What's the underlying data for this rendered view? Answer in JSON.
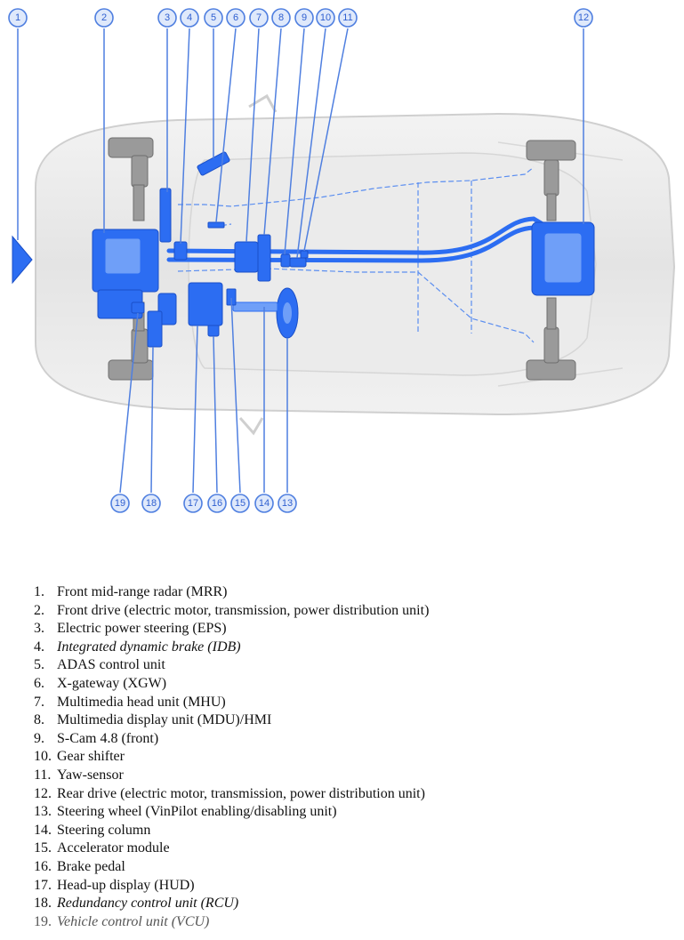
{
  "callouts": [
    "1",
    "2",
    "3",
    "4",
    "5",
    "6",
    "7",
    "8",
    "9",
    "10",
    "11",
    "12",
    "13",
    "14",
    "15",
    "16",
    "17",
    "18",
    "19"
  ],
  "legend": [
    {
      "num": "1.",
      "text": "Front mid-range radar (MRR)"
    },
    {
      "num": "2.",
      "text": "Front drive (electric motor, transmission, power distribution unit)"
    },
    {
      "num": "3.",
      "text": "Electric power steering (EPS)"
    },
    {
      "num": "4.",
      "text": "Integrated dynamic brake (IDB)",
      "italic": true
    },
    {
      "num": "5.",
      "text": "ADAS control unit"
    },
    {
      "num": "6.",
      "text": "X-gateway (XGW)"
    },
    {
      "num": "7.",
      "text": "Multimedia head unit (MHU)"
    },
    {
      "num": "8.",
      "text": "Multimedia display unit (MDU)/HMI"
    },
    {
      "num": "9.",
      "text": "S-Cam 4.8 (front)"
    },
    {
      "num": "10.",
      "text": "Gear shifter"
    },
    {
      "num": "11.",
      "text": "Yaw-sensor"
    },
    {
      "num": "12.",
      "text": "Rear drive (electric motor, transmission, power distribution unit)"
    },
    {
      "num": "13.",
      "text": "Steering wheel (VinPilot enabling/disabling unit)"
    },
    {
      "num": "14.",
      "text": "Steering column"
    },
    {
      "num": "15.",
      "text": "Accelerator module"
    },
    {
      "num": "16.",
      "text": "Brake pedal"
    },
    {
      "num": "17.",
      "text": "Head-up display (HUD)"
    },
    {
      "num": "18.",
      "text": "Redundancy control unit (RCU)",
      "italic": true
    },
    {
      "num": "19.",
      "text": "Vehicle control unit (VCU)",
      "italic": true,
      "muted": true
    }
  ]
}
